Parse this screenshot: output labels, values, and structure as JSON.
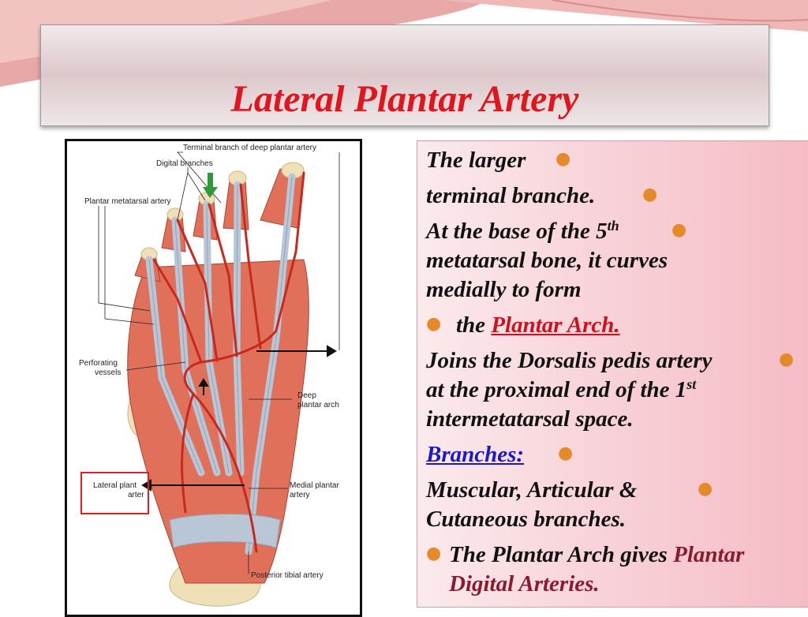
{
  "slide": {
    "title": "Lateral Plantar Artery"
  },
  "figure": {
    "labels": {
      "terminal_branch": "Terminal branch of deep plantar artery",
      "digital_branches": "Digital branches",
      "plantar_metatarsal": "Plantar metatarsal artery",
      "perforating_1": "Perforating",
      "perforating_2": "vessels",
      "deep_plantar_1": "Deep",
      "deep_plantar_2": "plantar arch",
      "lateral_plantar_1": "Lateral plant",
      "lateral_plantar_2": "arter",
      "medial_plantar_1": "Medial plantar",
      "medial_plantar_2": "artery",
      "posterior_tibial": "Posterior tibial artery"
    },
    "colors": {
      "muscle": "#e0705a",
      "tendon": "#b8c6d6",
      "bone": "#efe0b8",
      "artery": "#c8291e",
      "highlight_box": "#e02020",
      "green_arrow": "#2f9a3a"
    }
  },
  "bullets": {
    "b1": "The larger",
    "b2": "terminal branche.",
    "b3a": "At the base of the 5",
    "b3a_sup": "th",
    "b3b": "metatarsal bone, it curves",
    "b3c": "medially to form",
    "b4a": "the ",
    "b4b": "Plantar Arch.",
    "b5a": "Joins the Dorsalis pedis artery",
    "b5b": "at the proximal end of the 1",
    "b5b_sup": "st",
    "b5c": "intermetatarsal space.",
    "b6": "Branches: ",
    "b7a": "Muscular, Articular  &",
    "b7b": "Cutaneous branches.",
    "b8a": "The Plantar Arch gives ",
    "b8b": "Plantar",
    "b8c": "Digital Arteries."
  },
  "colors": {
    "title": "#e0161f",
    "bullet": "#e58a2b",
    "link_red": "#d0101a",
    "link_blue": "#1a1ac0",
    "maroon": "#8b1a2e"
  }
}
